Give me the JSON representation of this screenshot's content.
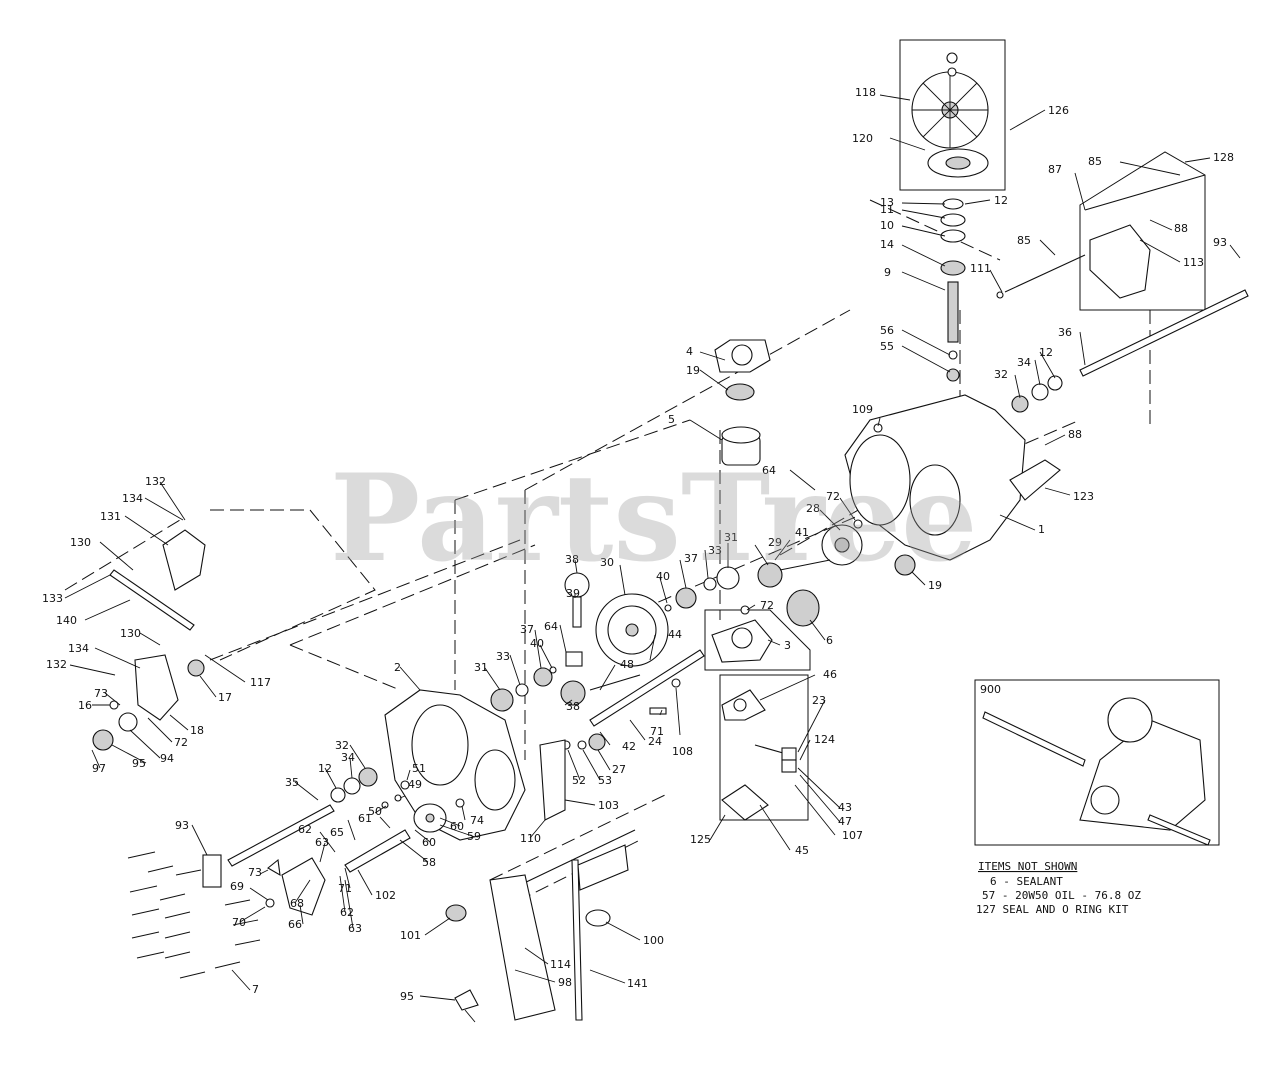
{
  "watermark": "PartsTree",
  "callouts": [
    {
      "text": "118"
    },
    {
      "text": "126"
    },
    {
      "text": "120"
    },
    {
      "text": "12"
    },
    {
      "text": "13"
    },
    {
      "text": "11"
    },
    {
      "text": "10"
    },
    {
      "text": "14"
    },
    {
      "text": "9"
    },
    {
      "text": "56"
    },
    {
      "text": "55"
    },
    {
      "text": "128"
    },
    {
      "text": "85"
    },
    {
      "text": "87"
    },
    {
      "text": "88"
    },
    {
      "text": "113"
    },
    {
      "text": "93"
    },
    {
      "text": "85"
    },
    {
      "text": "111"
    },
    {
      "text": "36"
    },
    {
      "text": "34"
    },
    {
      "text": "12"
    },
    {
      "text": "32"
    },
    {
      "text": "109"
    },
    {
      "text": "88"
    },
    {
      "text": "123"
    },
    {
      "text": "1"
    },
    {
      "text": "4"
    },
    {
      "text": "19"
    },
    {
      "text": "5"
    },
    {
      "text": "64"
    },
    {
      "text": "72"
    },
    {
      "text": "28"
    },
    {
      "text": "41"
    },
    {
      "text": "29"
    },
    {
      "text": "31"
    },
    {
      "text": "33"
    },
    {
      "text": "37"
    },
    {
      "text": "40"
    },
    {
      "text": "30"
    },
    {
      "text": "38"
    },
    {
      "text": "39"
    },
    {
      "text": "19"
    },
    {
      "text": "72"
    },
    {
      "text": "6"
    },
    {
      "text": "64"
    },
    {
      "text": "37"
    },
    {
      "text": "40"
    },
    {
      "text": "33"
    },
    {
      "text": "31"
    },
    {
      "text": "48"
    },
    {
      "text": "44"
    },
    {
      "text": "3"
    },
    {
      "text": "38"
    },
    {
      "text": "46"
    },
    {
      "text": "23"
    },
    {
      "text": "124"
    },
    {
      "text": "42"
    },
    {
      "text": "24"
    },
    {
      "text": "71"
    },
    {
      "text": "108"
    },
    {
      "text": "27"
    },
    {
      "text": "53"
    },
    {
      "text": "52"
    },
    {
      "text": "43"
    },
    {
      "text": "47"
    },
    {
      "text": "107"
    },
    {
      "text": "45"
    },
    {
      "text": "125"
    },
    {
      "text": "103"
    },
    {
      "text": "110"
    },
    {
      "text": "2"
    },
    {
      "text": "34"
    },
    {
      "text": "32"
    },
    {
      "text": "12"
    },
    {
      "text": "35"
    },
    {
      "text": "51"
    },
    {
      "text": "49"
    },
    {
      "text": "50"
    },
    {
      "text": "74"
    },
    {
      "text": "59"
    },
    {
      "text": "60"
    },
    {
      "text": "60"
    },
    {
      "text": "61"
    },
    {
      "text": "65"
    },
    {
      "text": "62"
    },
    {
      "text": "58"
    },
    {
      "text": "63"
    },
    {
      "text": "71"
    },
    {
      "text": "102"
    },
    {
      "text": "62"
    },
    {
      "text": "63"
    },
    {
      "text": "93"
    },
    {
      "text": "73"
    },
    {
      "text": "69"
    },
    {
      "text": "68"
    },
    {
      "text": "66"
    },
    {
      "text": "70"
    },
    {
      "text": "101"
    },
    {
      "text": "7"
    },
    {
      "text": "132"
    },
    {
      "text": "134"
    },
    {
      "text": "131"
    },
    {
      "text": "130"
    },
    {
      "text": "133"
    },
    {
      "text": "140"
    },
    {
      "text": "130"
    },
    {
      "text": "117"
    },
    {
      "text": "134"
    },
    {
      "text": "132"
    },
    {
      "text": "17"
    },
    {
      "text": "73"
    },
    {
      "text": "16"
    },
    {
      "text": "18"
    },
    {
      "text": "72"
    },
    {
      "text": "94"
    },
    {
      "text": "95"
    },
    {
      "text": "97"
    },
    {
      "text": "100"
    },
    {
      "text": "114"
    },
    {
      "text": "98"
    },
    {
      "text": "141"
    },
    {
      "text": "95"
    },
    {
      "text": "900"
    }
  ],
  "notes": {
    "heading": "ITEMS NOT SHOWN",
    "lines": [
      "6 - SEALANT",
      "57 - 20W50 OIL - 76.8 OZ",
      "127   SEAL AND O RING KIT"
    ]
  }
}
